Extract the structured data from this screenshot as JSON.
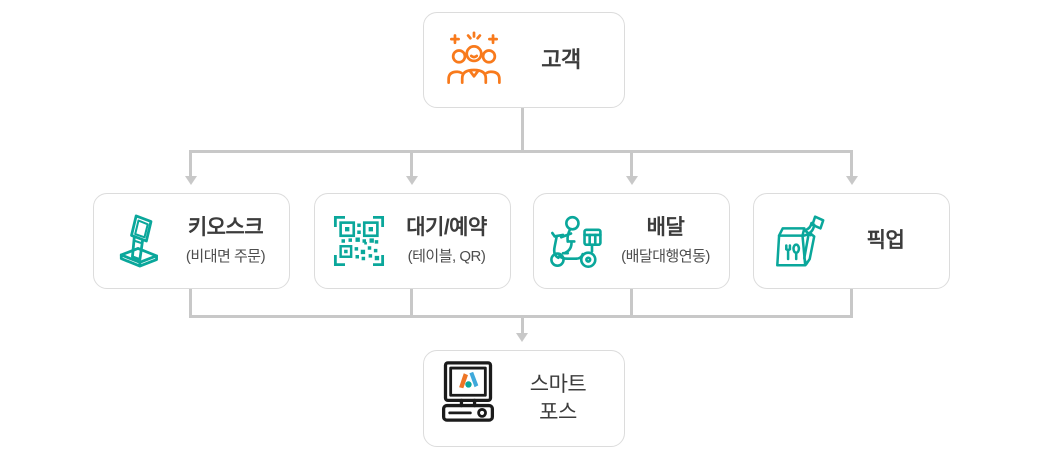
{
  "diagram": {
    "customer": {
      "label": "고객",
      "icon": "customers-icon"
    },
    "channels": [
      {
        "id": "kiosk",
        "title": "키오스크",
        "subtitle": "(비대면 주문)",
        "icon": "kiosk-icon"
      },
      {
        "id": "waiting",
        "title": "대기/예약",
        "subtitle": "(테이블, QR)",
        "icon": "qr-code-icon"
      },
      {
        "id": "delivery",
        "title": "배달",
        "subtitle": "(배달대행연동)",
        "icon": "delivery-scooter-icon"
      },
      {
        "id": "pickup",
        "title": "픽업",
        "subtitle": "",
        "icon": "pickup-bag-icon"
      }
    ],
    "pos": {
      "label_line1": "스마트",
      "label_line2": "포스",
      "icon": "pos-terminal-icon"
    }
  },
  "colors": {
    "background": "#FFFFFF",
    "orange": "#F87A1C",
    "teal": "#0AA79B",
    "line": "#C8C8C8",
    "box-border": "#DCDCDC",
    "title-text": "#3C3C3C",
    "subtitle-text": "#4E4E4E",
    "pos-outline": "#1B1B1B",
    "pos-orange": "#EE7525",
    "pos-blue": "#3FA9DB",
    "pos-teal": "#0AA79B"
  }
}
